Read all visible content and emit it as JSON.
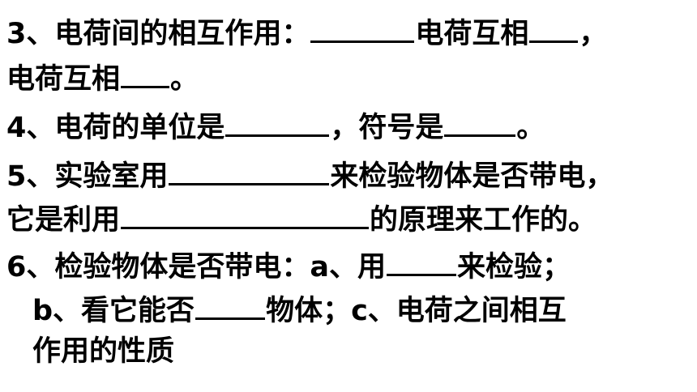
{
  "items": {
    "q3": {
      "part1": "3、电荷间的相互作用：",
      "part2": "电荷互相",
      "part3": "，",
      "part4": "电荷互相",
      "part5": "。"
    },
    "q4": {
      "part1": "4、电荷的单位是",
      "part2": "，符号是",
      "part3": "。"
    },
    "q5": {
      "part1": "5、实验室用",
      "part2": "来检验物体是否带电，",
      "part3": "它是利用",
      "part4": "的原理来工作的。"
    },
    "q6": {
      "part1": "6、检验物体是否带电：a、用",
      "part2": "来检验；",
      "part3": "b、看它能否",
      "part4": "物体；c、电荷之间相互",
      "part5": "作用的性质"
    }
  }
}
